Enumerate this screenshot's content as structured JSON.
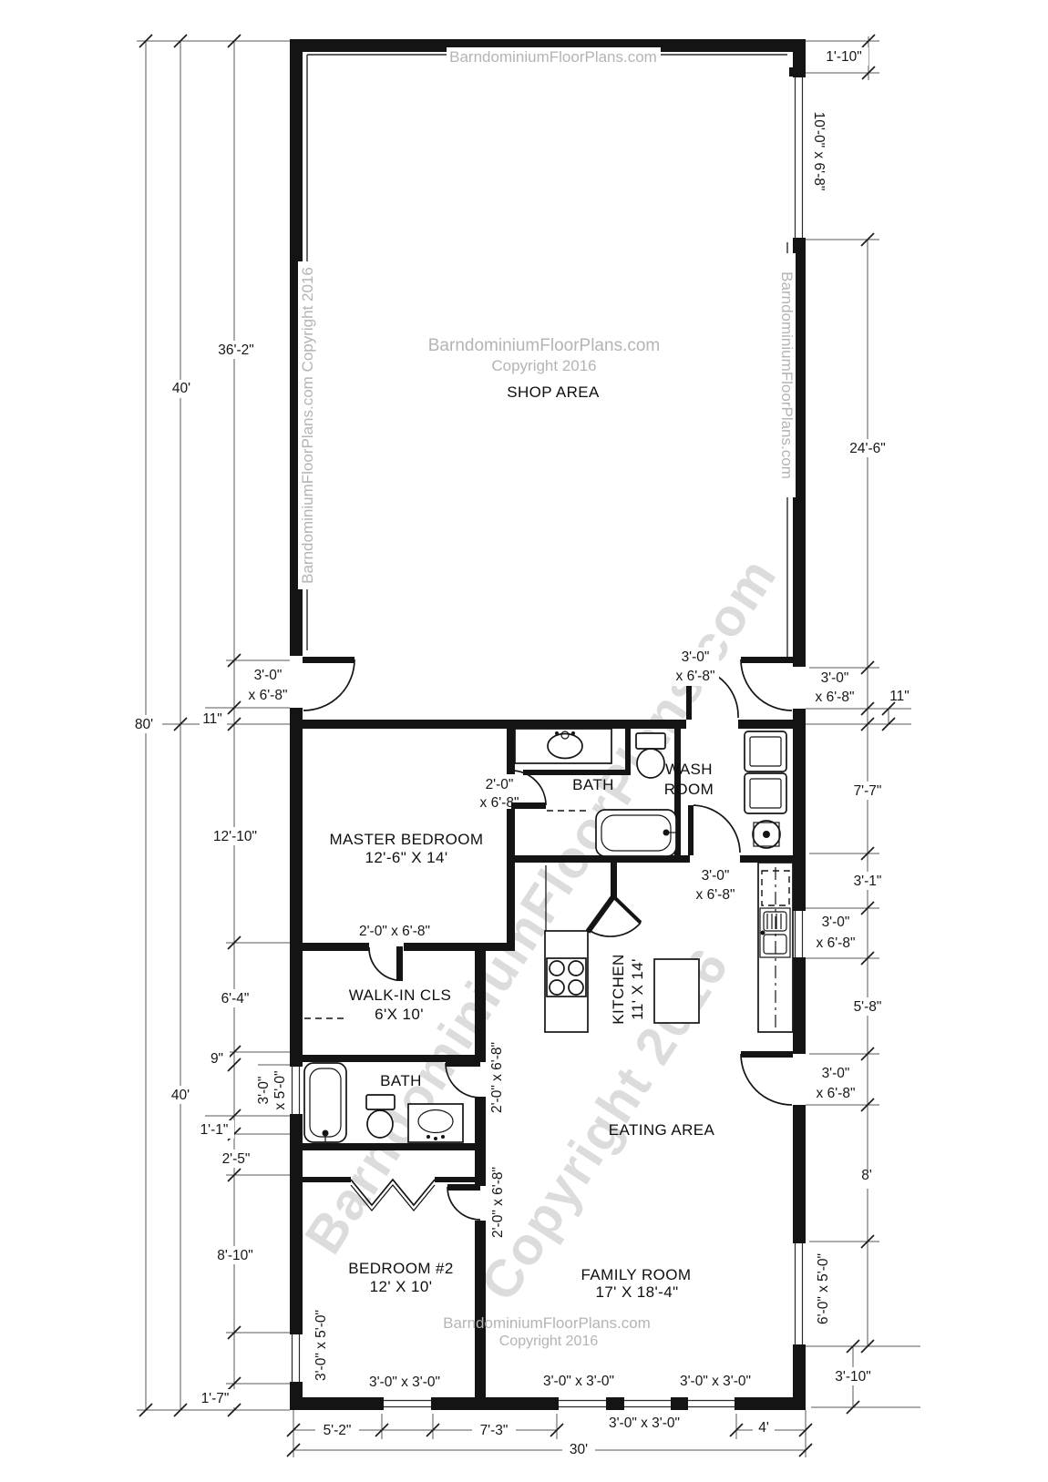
{
  "watermark": {
    "brand": "BarndominiumFloorPlans.com",
    "copyright": "Copyright 2016",
    "combined": "BarndominiumFloorPlans.com Copyright 2016"
  },
  "rooms": {
    "shop": "SHOP AREA",
    "master": "MASTER BEDROOM",
    "master_size": "12'-6\" X 14'",
    "bath1": "BATH",
    "wash1": "WASH",
    "wash2": "ROOM",
    "walkin": "WALK-IN CLS",
    "walkin_size": "6'X 10'",
    "bath2": "BATH",
    "kitchen": "KITCHEN",
    "kitchen_size": "11' X 14'",
    "eating": "EATING AREA",
    "bedroom2": "BEDROOM #2",
    "bedroom2_size": "12' X 10'",
    "family": "FAMILY ROOM",
    "family_size": "17' X 18'-4\""
  },
  "dims": {
    "d40": "40'",
    "d36_2": "36'-2\"",
    "d80": "80'",
    "d11": "11\"",
    "d12_10": "12'-10\"",
    "d6_4": "6'-4\"",
    "d9": "9\"",
    "d1_1": "1'-1\"",
    "d2_5": "2'-5\"",
    "d8_10": "8'-10\"",
    "d1_7": "1'-7\"",
    "d1_10": "1'-10\"",
    "d24_6": "24'-6\"",
    "d7_7": "7'-7\"",
    "d3_1": "3'-1\"",
    "d5_8": "5'-8\"",
    "d8": "8'",
    "d3_10": "3'-10\"",
    "d5_2": "5'-2\"",
    "d7_3": "7'-3\"",
    "d4": "4'",
    "d30": "30'"
  },
  "openings": {
    "w3_0": "3'-0\"",
    "x6_8": "x 6'-8\"",
    "w2_0": "2'-0\"",
    "d2068": "2'-0\" x 6'-8\"",
    "win3030": "3'-0\" x 3'-0\"",
    "win3050_1": "3'-0\"",
    "win3050_2": "x 5'-0\"",
    "win3050": "3'-0\" x 5'-0\"",
    "win6050": "6'-0\" x 5'-0\"",
    "win10068": "10'-0\" x 6'-8\""
  }
}
